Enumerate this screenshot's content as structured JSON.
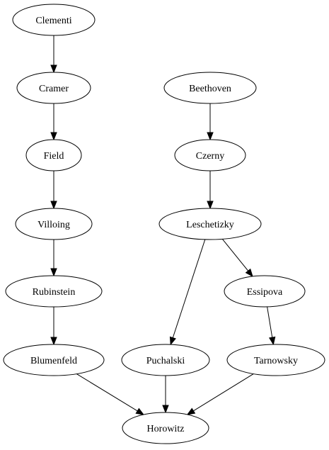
{
  "nodes": [
    {
      "id": "clementi",
      "label": "Clementi"
    },
    {
      "id": "cramer",
      "label": "Cramer"
    },
    {
      "id": "field",
      "label": "Field"
    },
    {
      "id": "villoing",
      "label": "Villoing"
    },
    {
      "id": "rubinstein",
      "label": "Rubinstein"
    },
    {
      "id": "blumenfeld",
      "label": "Blumenfeld"
    },
    {
      "id": "beethoven",
      "label": "Beethoven"
    },
    {
      "id": "czerny",
      "label": "Czerny"
    },
    {
      "id": "leschetizky",
      "label": "Leschetizky"
    },
    {
      "id": "essipova",
      "label": "Essipova"
    },
    {
      "id": "puchalski",
      "label": "Puchalski"
    },
    {
      "id": "tarnowsky",
      "label": "Tarnowsky"
    },
    {
      "id": "horowitz",
      "label": "Horowitz"
    }
  ],
  "edges": [
    {
      "from": "clementi",
      "to": "cramer"
    },
    {
      "from": "cramer",
      "to": "field"
    },
    {
      "from": "field",
      "to": "villoing"
    },
    {
      "from": "villoing",
      "to": "rubinstein"
    },
    {
      "from": "rubinstein",
      "to": "blumenfeld"
    },
    {
      "from": "blumenfeld",
      "to": "horowitz"
    },
    {
      "from": "beethoven",
      "to": "czerny"
    },
    {
      "from": "czerny",
      "to": "leschetizky"
    },
    {
      "from": "leschetizky",
      "to": "puchalski"
    },
    {
      "from": "leschetizky",
      "to": "essipova"
    },
    {
      "from": "essipova",
      "to": "tarnowsky"
    },
    {
      "from": "puchalski",
      "to": "horowitz"
    },
    {
      "from": "tarnowsky",
      "to": "horowitz"
    }
  ]
}
